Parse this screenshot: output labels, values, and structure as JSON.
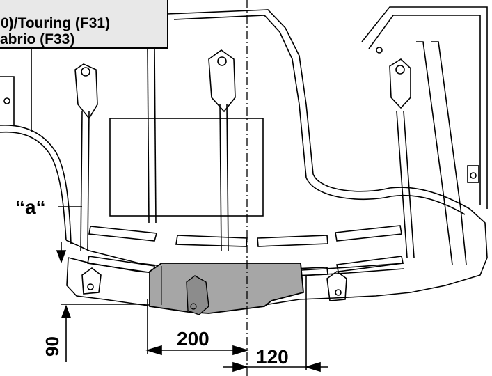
{
  "title": {
    "line1": "0)/Touring (F31)",
    "line2": "abrio (F33)"
  },
  "labels": {
    "part_marker": "“a“",
    "dim_height": "90",
    "dim_width": "200",
    "dim_offset": "120"
  },
  "colors": {
    "line": "#000000",
    "highlight_fill": "#a6a6a6",
    "title_fill": "#e8e8e8"
  }
}
